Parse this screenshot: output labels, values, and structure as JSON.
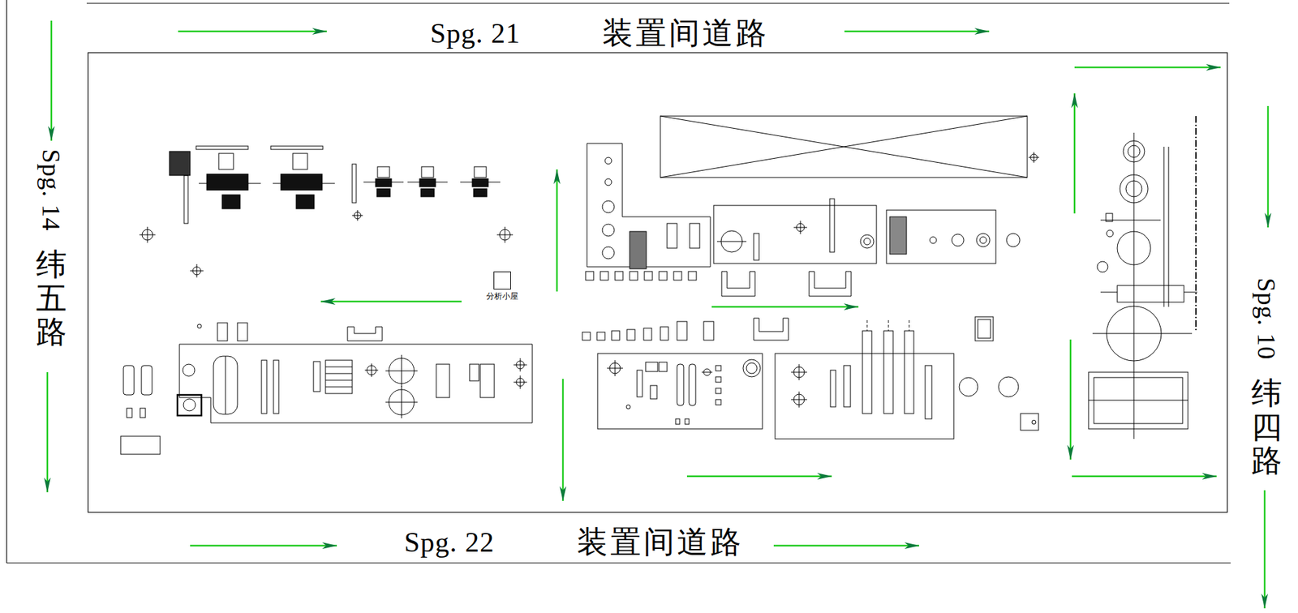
{
  "diagram": {
    "nodes": [
      {
        "text": [
          "分析小屋"
        ]
      }
    ],
    "labels": [
      "Spg. 21",
      "装置间道路",
      "Spg. 14",
      "纬五路",
      "Spg. 10",
      "纬四路",
      "Spg. 22",
      "装置间道路"
    ]
  }
}
